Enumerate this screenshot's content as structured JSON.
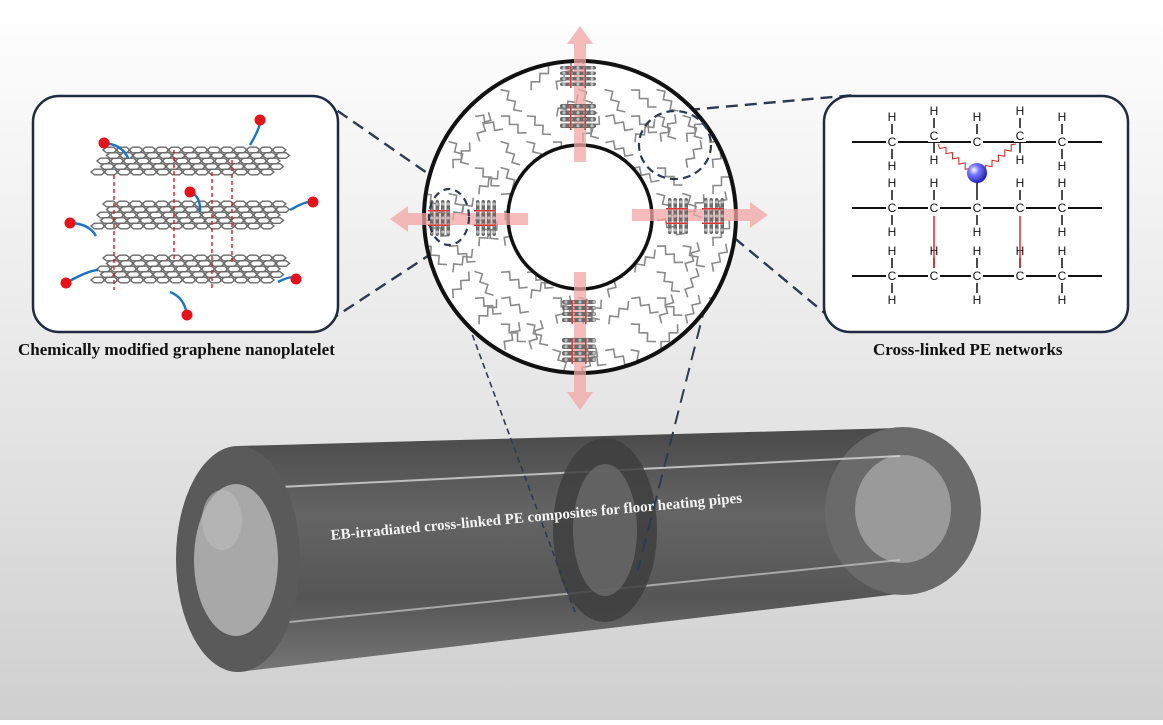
{
  "left_panel": {
    "caption": "Chemically modified graphene nanoplatelet"
  },
  "right_panel": {
    "caption": "Cross-linked PE networks",
    "atom_carbon": "C",
    "atom_hydrogen": "H"
  },
  "pipe": {
    "label": "EB-irradiated cross-linked PE composites for floor heating pipes"
  },
  "colors": {
    "panel_border": "#1f2b44",
    "dash_line": "#2e3a50",
    "arrow": "#f3a6a6",
    "polymer_chain": "#8a8a8a",
    "graphene": "#6a6a6a",
    "functional_group": "#e4121a",
    "chain_link": "#1a74c4",
    "crosslink": "#cc2222",
    "radical": "#3a3ad8"
  }
}
